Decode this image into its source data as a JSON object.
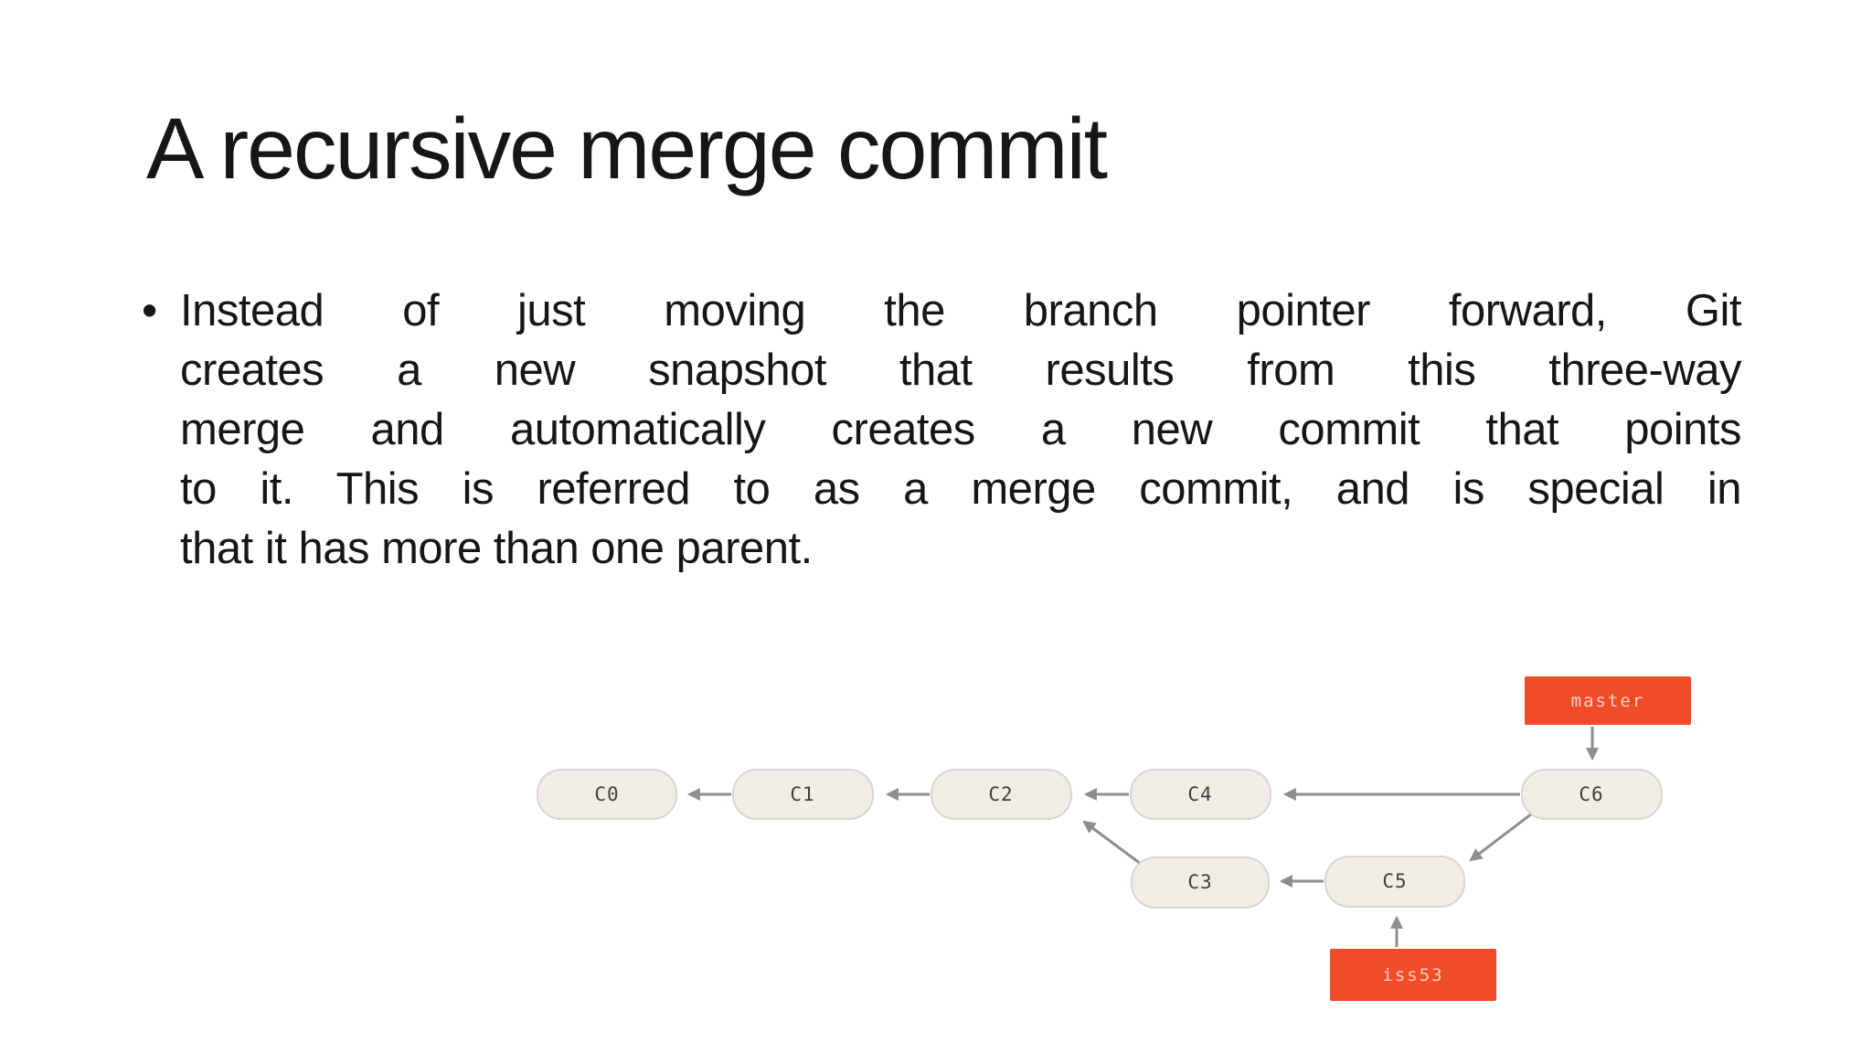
{
  "slide": {
    "title": "A recursive merge commit",
    "bullet_char": "•",
    "body_lines": [
      "Instead of just moving the branch pointer forward, Git",
      "creates a new snapshot that results from this three-way",
      "merge and automatically creates a new commit that points",
      "to it. This is referred to as a merge commit, and is special in",
      "that it has more than one parent."
    ],
    "body_text": "Instead of just moving the branch pointer forward, Git creates a new snapshot that results from this three-way merge and automatically creates a new commit that points to it. This is referred to as a merge commit, and is special in that it has more than one parent."
  },
  "diagram": {
    "type": "git-commit-graph",
    "nodes": [
      {
        "id": "C0",
        "label": "C0"
      },
      {
        "id": "C1",
        "label": "C1"
      },
      {
        "id": "C2",
        "label": "C2"
      },
      {
        "id": "C3",
        "label": "C3"
      },
      {
        "id": "C4",
        "label": "C4"
      },
      {
        "id": "C5",
        "label": "C5"
      },
      {
        "id": "C6",
        "label": "C6"
      }
    ],
    "edges": [
      {
        "from": "C1",
        "to": "C0"
      },
      {
        "from": "C2",
        "to": "C1"
      },
      {
        "from": "C4",
        "to": "C2"
      },
      {
        "from": "C6",
        "to": "C4"
      },
      {
        "from": "C3",
        "to": "C2"
      },
      {
        "from": "C6",
        "to": "C5"
      },
      {
        "from": "C5",
        "to": "C3"
      },
      {
        "from": "master",
        "to": "C6"
      },
      {
        "from": "iss53",
        "to": "C5"
      }
    ],
    "branches": [
      {
        "name": "master",
        "points_to": "C6"
      },
      {
        "name": "iss53",
        "points_to": "C5"
      }
    ],
    "colors": {
      "branch_box": "#F04C28",
      "branch_text": "#F8CFC3",
      "node_fill": "#EFEDE6",
      "node_border": "#D8D6CE",
      "node_text": "#403F39",
      "arrow": "#8F8E88"
    }
  }
}
